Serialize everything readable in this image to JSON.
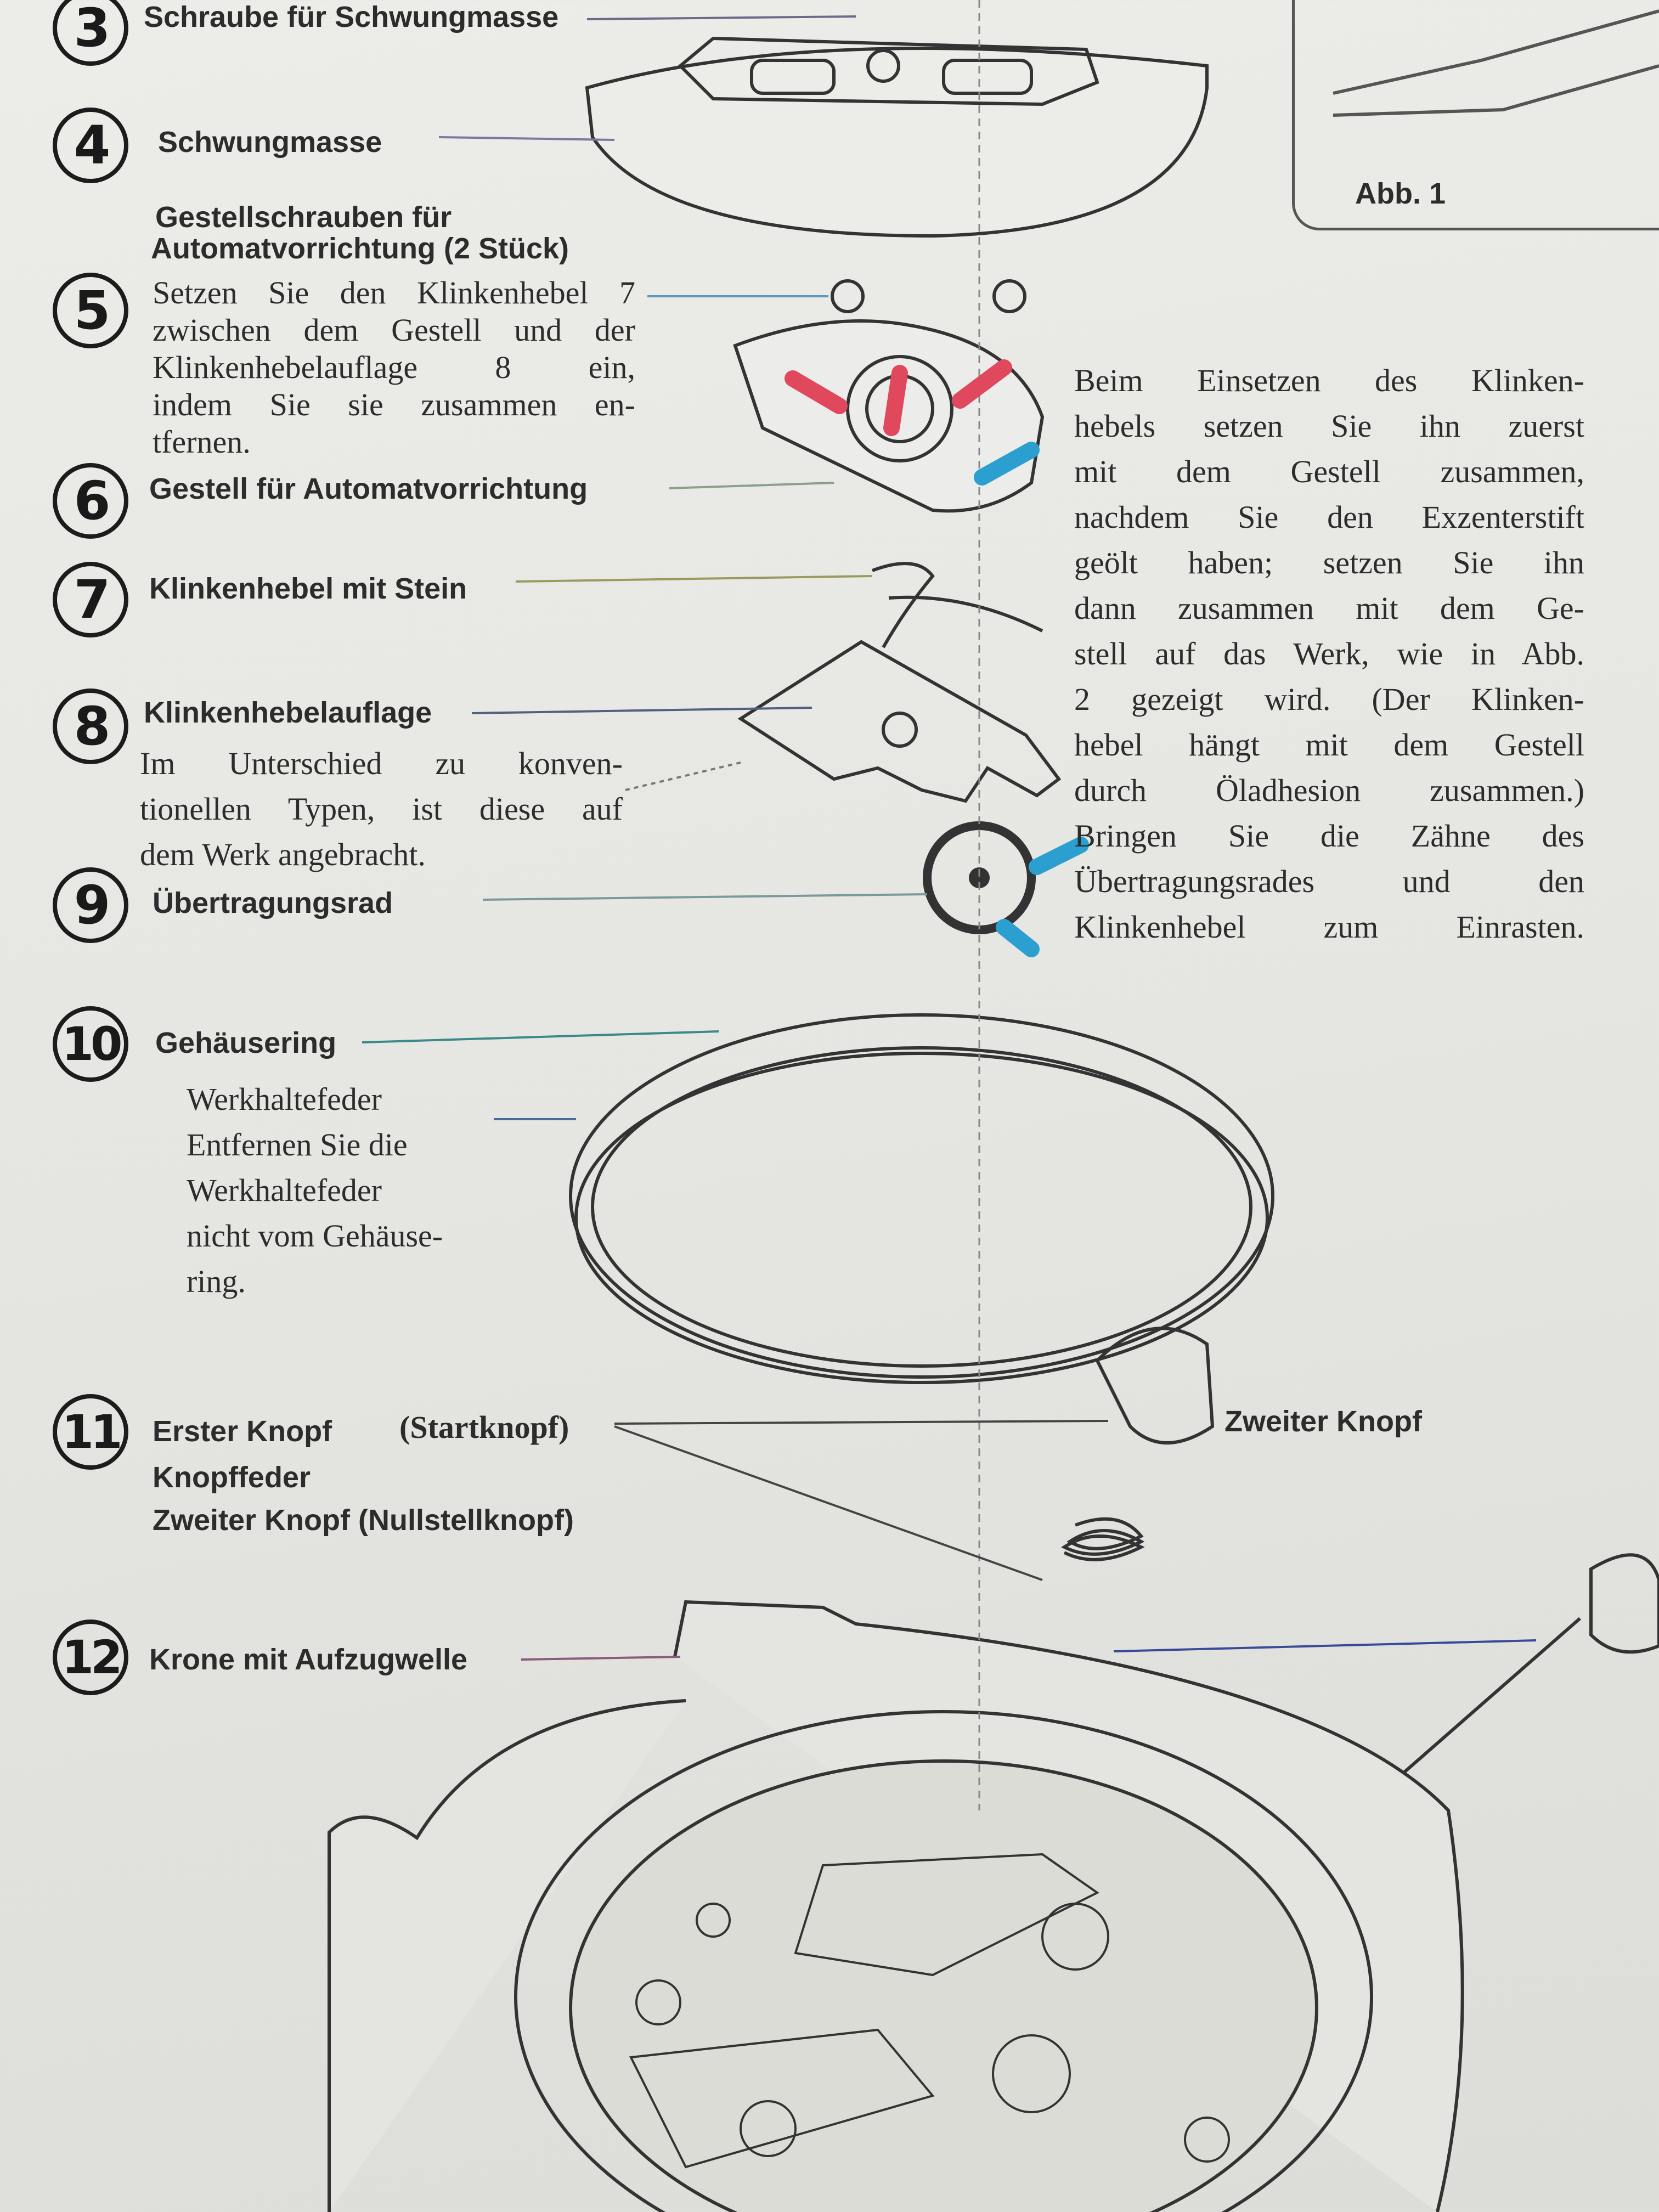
{
  "figure_label": "Abb. 1",
  "parts": [
    {
      "number": "3",
      "label": "Schraube für Schwungmasse"
    },
    {
      "number": "4",
      "label": "Schwungmasse"
    },
    {
      "number": "5",
      "label": "Setzen Sie den Klinkenhebel 7 zwischen dem Gestell und der Klinkenhebelauflage 8 ein, indem Sie sie zusammen entfernen."
    },
    {
      "number": "6",
      "label": "Gestell für Automatvorrichtung"
    },
    {
      "number": "7",
      "label": "Klinkenhebel mit Stein"
    },
    {
      "number": "8",
      "label": "Klinkenhebelauflage"
    },
    {
      "number": "9",
      "label": "Übertragungsrad"
    },
    {
      "number": "10",
      "label": "Gehäusering"
    },
    {
      "number": "11",
      "label": "Erster Knopf"
    },
    {
      "number": "12",
      "label": "Krone mit Aufzugwelle"
    }
  ],
  "frame_screws": {
    "line1": "Gestellschrauben für",
    "line2": "Automatvorrichtung (2 Stück)"
  },
  "step5_lines": [
    "Setzen Sie den Klinkenhebel 7",
    "zwischen dem Gestell und der",
    "Klinkenhebelauflage 8 ein,",
    "indem Sie sie zusammen en-",
    "tfernen."
  ],
  "step8_note_lines": [
    "Im Unterschied zu konven-",
    "tionellen Typen, ist diese auf",
    "dem Werk angebracht."
  ],
  "case_spring_lines": [
    "Werkhaltefeder",
    "Entfernen Sie die",
    "Werkhaltefeder",
    "nicht vom Gehäuse-",
    "ring."
  ],
  "step11": {
    "start_button": "(Startknopf)",
    "button_spring": "Knopffeder",
    "second_button_full": "Zweiter Knopf (Nullstellknopf)",
    "second_button_callout": "Zweiter Knopf"
  },
  "instruction_lines": [
    "Beim Einsetzen des Klinken-",
    "hebels setzen Sie ihn zuerst",
    "mit dem Gestell zusammen,",
    "nachdem Sie den Exzenterstift",
    "geölt haben; setzen Sie ihn",
    "dann zusammen mit dem Ge-",
    "stell auf das Werk, wie in Abb.",
    "2 gezeigt wird. (Der Klinken-",
    "hebel hängt mit dem Gestell",
    "durch Öladhesion zusammen.)",
    "Bringen Sie die Zähne des",
    "Übertragungsrades und den",
    "Klinkenhebel zum Einrasten."
  ],
  "colors": {
    "paper": "#e9e9e5",
    "ink": "#2a2a2a",
    "marker_red": "#e0485e",
    "marker_blue": "#2a9fd0"
  }
}
